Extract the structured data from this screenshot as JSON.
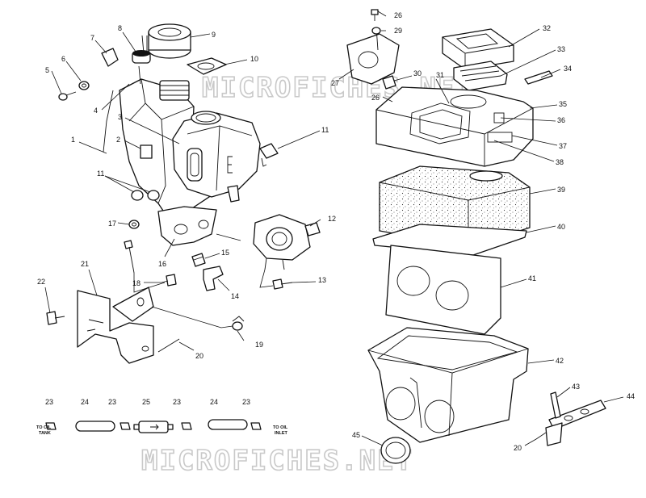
{
  "callouts": [
    {
      "id": "1",
      "label": "1"
    },
    {
      "id": "2",
      "label": "2"
    },
    {
      "id": "3",
      "label": "3"
    },
    {
      "id": "4",
      "label": "4"
    },
    {
      "id": "5",
      "label": "5"
    },
    {
      "id": "6",
      "label": "6"
    },
    {
      "id": "7",
      "label": "7"
    },
    {
      "id": "8",
      "label": "8"
    },
    {
      "id": "9",
      "label": "9"
    },
    {
      "id": "10",
      "label": "10"
    },
    {
      "id": "11a",
      "label": "11"
    },
    {
      "id": "11b",
      "label": "11"
    },
    {
      "id": "12",
      "label": "12"
    },
    {
      "id": "13",
      "label": "13"
    },
    {
      "id": "14",
      "label": "14"
    },
    {
      "id": "15",
      "label": "15"
    },
    {
      "id": "16",
      "label": "16"
    },
    {
      "id": "17",
      "label": "17"
    },
    {
      "id": "18",
      "label": "18"
    },
    {
      "id": "19",
      "label": "19"
    },
    {
      "id": "20a",
      "label": "20"
    },
    {
      "id": "21",
      "label": "21"
    },
    {
      "id": "22",
      "label": "22"
    },
    {
      "id": "23a",
      "label": "23"
    },
    {
      "id": "24a",
      "label": "24"
    },
    {
      "id": "23b",
      "label": "23"
    },
    {
      "id": "25",
      "label": "25"
    },
    {
      "id": "23c",
      "label": "23"
    },
    {
      "id": "24b",
      "label": "24"
    },
    {
      "id": "23d",
      "label": "23"
    },
    {
      "id": "26a",
      "label": "26"
    },
    {
      "id": "29",
      "label": "29"
    },
    {
      "id": "32",
      "label": "32"
    },
    {
      "id": "33",
      "label": "33"
    },
    {
      "id": "34",
      "label": "34"
    },
    {
      "id": "27",
      "label": "27"
    },
    {
      "id": "30",
      "label": "30"
    },
    {
      "id": "31",
      "label": "31"
    },
    {
      "id": "26b",
      "label": "26"
    },
    {
      "id": "35",
      "label": "35"
    },
    {
      "id": "36",
      "label": "36"
    },
    {
      "id": "37",
      "label": "37"
    },
    {
      "id": "38",
      "label": "38"
    },
    {
      "id": "39",
      "label": "39"
    },
    {
      "id": "40",
      "label": "40"
    },
    {
      "id": "41",
      "label": "41"
    },
    {
      "id": "42",
      "label": "42"
    },
    {
      "id": "43",
      "label": "43"
    },
    {
      "id": "44",
      "label": "44"
    },
    {
      "id": "45",
      "label": "45"
    },
    {
      "id": "20b",
      "label": "20"
    }
  ],
  "captions": {
    "oil_tank_1": "TO OIL",
    "oil_tank_2": "TANK",
    "oil_inlet_1": "TO OIL",
    "oil_inlet_2": "INLET"
  },
  "watermark": {
    "top": "MICROFICHES.NET",
    "bottom": "MICROFICHES.NET"
  }
}
